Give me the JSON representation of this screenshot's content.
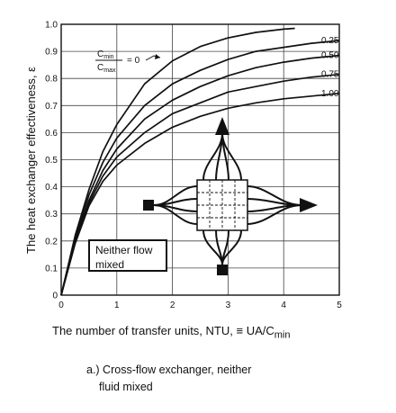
{
  "chart_data": {
    "type": "line",
    "title": "",
    "xlabel": "The number of transfer units, NTU",
    "xlabel_equiv": "≡",
    "xlabel_expr": "UA/C",
    "xlabel_sub": "min",
    "ylabel": "The heat exchanger effectiveness, ε",
    "xlim": [
      0,
      5
    ],
    "ylim": [
      0,
      1.0
    ],
    "x_ticks": [
      "0",
      "1",
      "2",
      "3",
      "4",
      "5"
    ],
    "y_ticks": [
      "0",
      "0.1",
      "0.2",
      "0.3",
      "0.4",
      "0.5",
      "0.6",
      "0.7",
      "0.8",
      "0.9",
      "1.0"
    ],
    "grid": true,
    "ratio_label": {
      "numerator": "C_min",
      "denominator": "C_max",
      "equals_value": "= 0"
    },
    "series": [
      {
        "name": "0",
        "x": [
          0,
          0.25,
          0.5,
          0.75,
          1.0,
          1.5,
          2.0,
          2.5,
          3.0,
          3.5,
          4.0,
          4.2
        ],
        "y": [
          0,
          0.22,
          0.39,
          0.53,
          0.63,
          0.78,
          0.865,
          0.918,
          0.95,
          0.97,
          0.982,
          0.985
        ]
      },
      {
        "name": "0.25",
        "x": [
          0,
          0.25,
          0.5,
          0.75,
          1.0,
          1.5,
          2.0,
          2.5,
          3.0,
          3.5,
          4.0,
          4.5,
          5.0
        ],
        "y": [
          0,
          0.21,
          0.37,
          0.49,
          0.58,
          0.7,
          0.78,
          0.83,
          0.87,
          0.9,
          0.915,
          0.93,
          0.94
        ]
      },
      {
        "name": "0.50",
        "x": [
          0,
          0.25,
          0.5,
          0.75,
          1.0,
          1.5,
          2.0,
          2.5,
          3.0,
          3.5,
          4.0,
          4.5,
          5.0
        ],
        "y": [
          0,
          0.2,
          0.35,
          0.46,
          0.54,
          0.65,
          0.72,
          0.77,
          0.81,
          0.84,
          0.86,
          0.875,
          0.885
        ]
      },
      {
        "name": "0.75",
        "x": [
          0,
          0.25,
          0.5,
          0.75,
          1.0,
          1.5,
          2.0,
          2.5,
          3.0,
          3.5,
          4.0,
          4.5,
          5.0
        ],
        "y": [
          0,
          0.2,
          0.34,
          0.44,
          0.51,
          0.6,
          0.67,
          0.71,
          0.75,
          0.77,
          0.79,
          0.805,
          0.815
        ]
      },
      {
        "name": "1.00",
        "x": [
          0,
          0.25,
          0.5,
          0.75,
          1.0,
          1.5,
          2.0,
          2.5,
          3.0,
          3.5,
          4.0,
          4.5,
          5.0
        ],
        "y": [
          0,
          0.19,
          0.33,
          0.42,
          0.48,
          0.56,
          0.62,
          0.66,
          0.69,
          0.71,
          0.725,
          0.735,
          0.745
        ]
      }
    ],
    "annotation_box": "Neither flow mixed",
    "caption_line1": "a.) Cross-flow exchanger, neither",
    "caption_line2": "fluid mixed"
  }
}
